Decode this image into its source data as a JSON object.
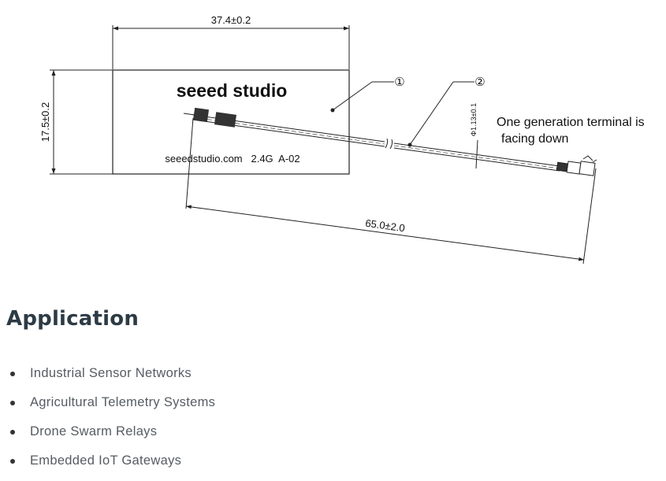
{
  "diagram": {
    "dimensions": {
      "board_width": "37.4±0.2",
      "board_height": "17.5±0.2",
      "cable_length": "65.0±2.0",
      "cable_diameter": "Φ1.13±0.1"
    },
    "board": {
      "brand": "seeed studio",
      "footer": "seeedstudio.com   2.4G  A-02"
    },
    "callouts": [
      "①",
      "②"
    ],
    "note_lines": [
      "One generation terminal is",
      "facing down"
    ]
  },
  "application": {
    "heading": "Application",
    "items": [
      "Industrial Sensor Networks",
      "Agricultural Telemetry Systems",
      "Drone Swarm Relays",
      "Embedded IoT Gateways"
    ]
  }
}
